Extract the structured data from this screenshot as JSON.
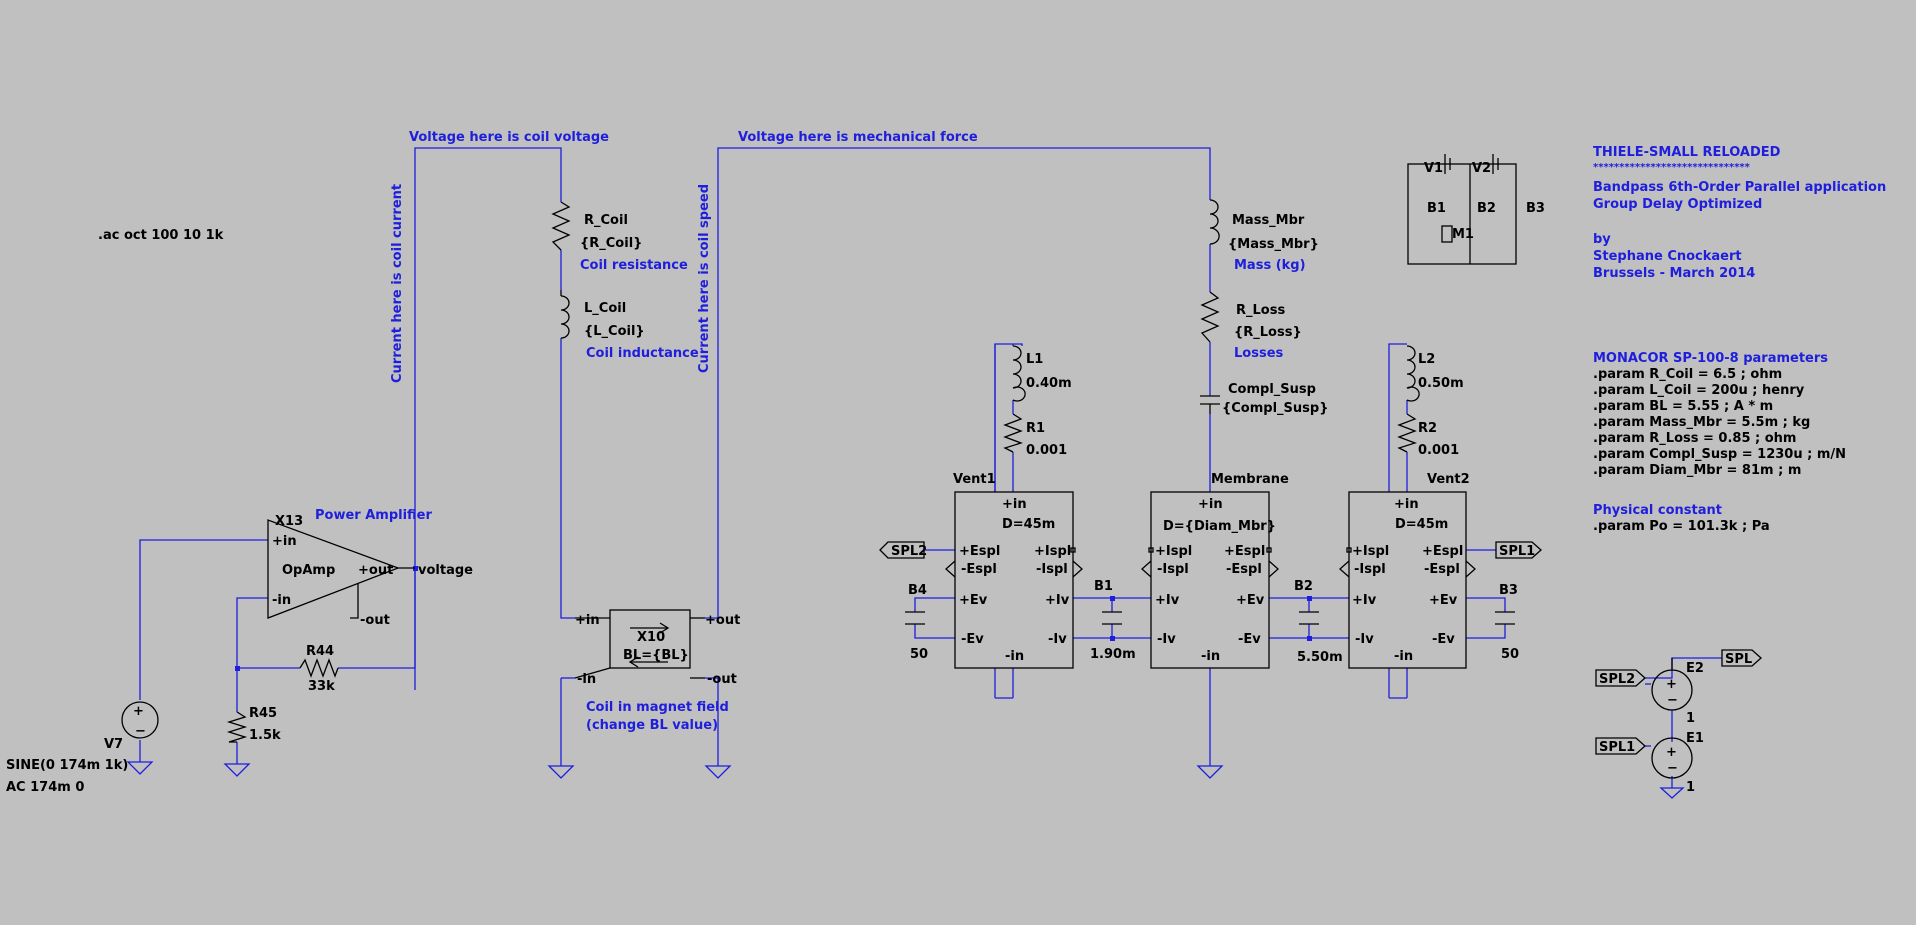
{
  "directive": ".ac oct 100 10 1k",
  "notes": {
    "coil_voltage": "Voltage here is coil voltage",
    "mech_force": "Voltage here is mechanical force",
    "coil_current": "Current here is coil current",
    "coil_speed": "Current here is coil speed",
    "coil_resistance": "Coil resistance",
    "coil_inductance": "Coil inductance",
    "mass": "Mass (kg)",
    "losses": "Losses",
    "magnet_field": "Coil in magnet field",
    "change_bl": "(change BL value)",
    "power_amp": "Power Amplifier"
  },
  "components": {
    "r_coil": {
      "name": "R_Coil",
      "value": "{R_Coil}"
    },
    "l_coil": {
      "name": "L_Coil",
      "value": "{L_Coil}"
    },
    "mass_mbr": {
      "name": "Mass_Mbr",
      "value": "{Mass_Mbr}"
    },
    "r_loss": {
      "name": "R_Loss",
      "value": "{R_Loss}"
    },
    "compl_susp": {
      "name": "Compl_Susp",
      "value": "{Compl_Susp}"
    },
    "l1": {
      "name": "L1",
      "value": "0.40m"
    },
    "r1": {
      "name": "R1",
      "value": "0.001"
    },
    "l2": {
      "name": "L2",
      "value": "0.50m"
    },
    "r2": {
      "name": "R2",
      "value": "0.001"
    },
    "b1": {
      "name": "B1",
      "value": "1.90m"
    },
    "b2": {
      "name": "B2",
      "value": "5.50m"
    },
    "b3": {
      "name": "B3",
      "value": "50"
    },
    "b4": {
      "name": "B4",
      "value": "50"
    },
    "r44": {
      "name": "R44",
      "value": "33k"
    },
    "r45": {
      "name": "R45",
      "value": "1.5k"
    },
    "v7": {
      "name": "V7",
      "value": "SINE(0 174m 1k)",
      "ac": "AC 174m 0"
    },
    "x13": {
      "name": "X13",
      "model": "OpAmp",
      "pin_in_p": "+in",
      "pin_in_n": "-in",
      "pin_out_p": "+out",
      "pin_out_n": "-out",
      "net_out": "voltage"
    },
    "x10": {
      "name": "X10",
      "value": "BL={BL}",
      "pin_in_p": "+in",
      "pin_in_n": "-in",
      "pin_out_p": "+out",
      "pin_out_n": "-out"
    },
    "e1": {
      "name": "E1",
      "value": "1"
    },
    "e2": {
      "name": "E2",
      "value": "1"
    }
  },
  "blocks": {
    "vent1": {
      "name": "Vent1",
      "param": "D=45m"
    },
    "membrane": {
      "name": "Membrane",
      "param": "D={Diam_Mbr}"
    },
    "vent2": {
      "name": "Vent2",
      "param": "D=45m"
    },
    "pins": {
      "in_p": "+in",
      "in_n": "-in",
      "espl_p": "+Espl",
      "espl_n": "-Espl",
      "ispl_p": "+Ispl",
      "ispl_n": "-Ispl",
      "ev_p": "+Ev",
      "ev_n": "-Ev",
      "iv_p": "+Iv",
      "iv_n": "-Iv"
    }
  },
  "flags": {
    "spl": "SPL",
    "spl1": "SPL1",
    "spl2": "SPL2"
  },
  "legend": {
    "v1": "V1",
    "v2": "V2",
    "b1": "B1",
    "b2": "B2",
    "b3": "B3",
    "m1": "M1"
  },
  "title": {
    "line1": "THIELE-SMALL RELOADED",
    "stars": "******************************",
    "line2": "Bandpass 6th-Order Parallel application",
    "line3": "Group Delay Optimized",
    "by": "by",
    "author": "Stephane Cnockaert",
    "place": "Brussels - March 2014"
  },
  "params": {
    "header": "MONACOR SP-100-8 parameters",
    "lines": [
      ".param R_Coil = 6.5 ; ohm",
      ".param L_Coil = 200u ; henry",
      ".param BL = 5.55 ; A * m",
      ".param Mass_Mbr = 5.5m ; kg",
      ".param R_Loss = 0.85 ; ohm",
      ".param Compl_Susp = 1230u ; m/N",
      ".param Diam_Mbr = 81m ; m"
    ],
    "const_header": "Physical constant",
    "const_line": ".param Po = 101.3k ; Pa"
  }
}
